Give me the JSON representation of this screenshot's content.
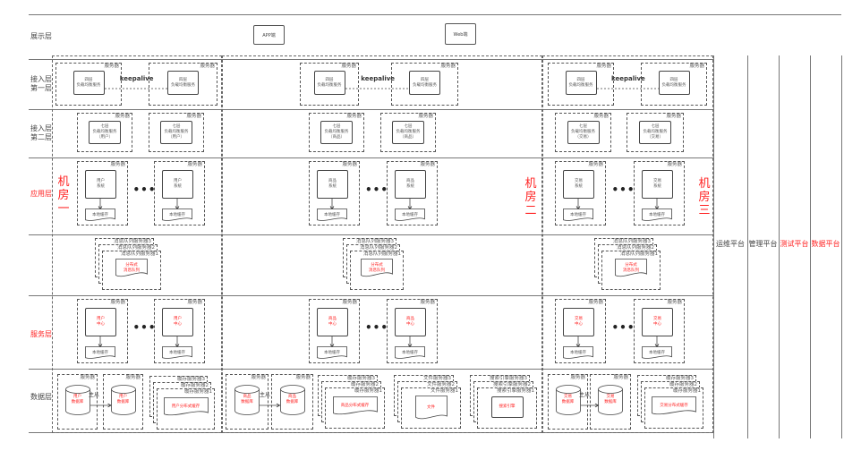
{
  "layers": {
    "display": "展示层",
    "access1": "接入层\n第一层",
    "access2": "接入层\n第二层",
    "app": "应用层",
    "service": "服务层",
    "data": "数据层"
  },
  "display_clients": {
    "app": "APP端",
    "web": "Web端"
  },
  "common": {
    "server": "服务器",
    "keepalive": "keepalive",
    "l4_service": "四层\n负载均衡服务",
    "local_cache": "本地缓存",
    "master_slave": "主从",
    "dots": "•••",
    "mq_servers": [
      "消息队列服务器3",
      "消息队列服务器2",
      "消息队列服务器1"
    ],
    "mq_label": "分布式\n消息队列",
    "cache_servers": [
      "缓存服务器3",
      "缓存服务器2",
      "缓存服务器1"
    ]
  },
  "rooms": [
    {
      "name": "机\n房\n一",
      "l7": "七层\n负载均衡服务\n（用户）",
      "app": "用户\n系统",
      "service": "用户\n中心",
      "db": "用户\n数据库",
      "cache": "用户分布式缓存"
    },
    {
      "name": "机\n房\n二",
      "l7": "七层\n负载均衡服务\n（商品）",
      "app": "商品\n系统",
      "service": "商品\n中心",
      "db": "商品\n数据库",
      "cache": "商品分布式缓存",
      "file_servers": [
        "文件服务器3",
        "文件服务器2",
        "文件服务器1"
      ],
      "file": "文件",
      "search_servers": [
        "搜索引擎服务器3",
        "搜索引擎服务器2",
        "搜索引擎服务器1"
      ],
      "search": "搜索引擎"
    },
    {
      "name": "机\n房\n三",
      "l7": "七层\n负载均衡服务\n（交易）",
      "app": "交易\n系统",
      "service": "交易\n中心",
      "db": "交易\n数据库",
      "cache": "交易分布式缓存"
    }
  ],
  "platforms": [
    "运维平台",
    "管理平台",
    "测试平台",
    "数据平台"
  ],
  "colors": {
    "accent": "#ff2222",
    "line": "#555555"
  }
}
